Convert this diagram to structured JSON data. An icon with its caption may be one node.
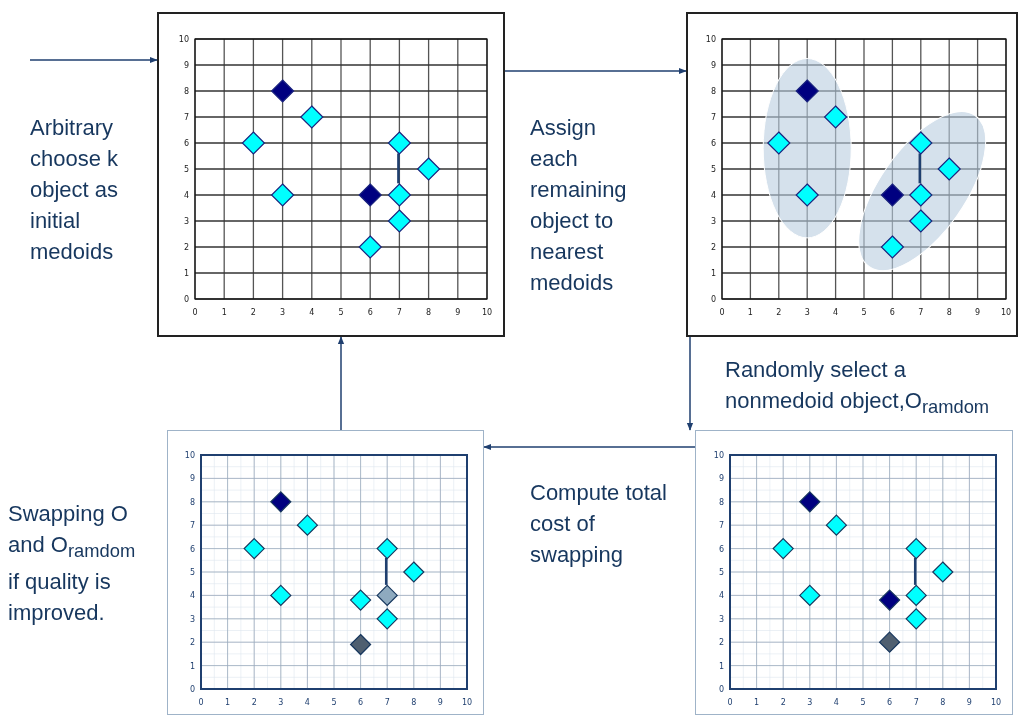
{
  "diagram": {
    "nodes": [
      {
        "text": [],
        "shape": "box"
      },
      {
        "text": [],
        "shape": "box"
      },
      {
        "text": [],
        "shape": "box"
      },
      {
        "text": [],
        "shape": "box"
      }
    ],
    "edges": [
      {
        "from": null,
        "to": 0,
        "arrow": "to"
      },
      {
        "from": 0,
        "to": 1,
        "arrow": "to"
      },
      {
        "from": 1,
        "to": 3,
        "arrow": "to"
      },
      {
        "from": 3,
        "to": 2,
        "arrow": "to"
      },
      {
        "from": 2,
        "to": 0,
        "arrow": "to"
      }
    ],
    "labels": [
      "Arbitrary choose k object as initial medoids",
      "Assign each remaining object to nearest medoids",
      "Randomly select a nonmedoid object,O$_{ramdom}$",
      "Swapping O and O$_{ramdom}$ if quality is improved.",
      "Compute total cost of swapping"
    ],
    "chart_data": [
      {
        "type": "scatter",
        "grid": true,
        "x": [
          3,
          4,
          2,
          3,
          7,
          8,
          6,
          7,
          7,
          6
        ],
        "xlim": [
          0,
          10
        ],
        "ylim": [
          0,
          10
        ],
        "xticks": [
          0,
          1,
          2,
          3,
          4,
          5,
          6,
          7,
          8,
          9,
          10
        ],
        "yticks": [
          0,
          1,
          2,
          3,
          4,
          5,
          6,
          7,
          8,
          9,
          10
        ],
        "series": [
          {
            "color": "#00ffff",
            "values": [
              null,
              7,
              6,
              4,
              6,
              5,
              null,
              4,
              3,
              2
            ]
          },
          {
            "color": "#000080",
            "values": [
              8,
              null,
              null,
              null,
              null,
              null,
              4,
              null,
              null,
              null
            ]
          }
        ]
      },
      {
        "type": "scatter",
        "grid": true,
        "x": [
          3,
          4,
          2,
          3,
          7,
          8,
          6,
          7,
          7,
          6
        ],
        "xlim": [
          0,
          10
        ],
        "ylim": [
          0,
          10
        ],
        "xticks": [
          0,
          1,
          2,
          3,
          4,
          5,
          6,
          7,
          8,
          9,
          10
        ],
        "yticks": [
          0,
          1,
          2,
          3,
          4,
          5,
          6,
          7,
          8,
          9,
          10
        ],
        "series": [
          {
            "color": "#00ffff",
            "values": [
              null,
              7,
              6,
              4,
              6,
              5,
              null,
              4,
              3,
              2
            ]
          },
          {
            "color": "#000080",
            "values": [
              8,
              null,
              null,
              null,
              null,
              null,
              4,
              null,
              null,
              null
            ]
          }
        ]
      },
      {
        "type": "scatter",
        "grid": true,
        "x": [
          3,
          4,
          2,
          3,
          7,
          8,
          6,
          7,
          7,
          6
        ],
        "xlim": [
          0,
          10
        ],
        "ylim": [
          0,
          10
        ],
        "xticks": [
          0,
          1,
          2,
          3,
          4,
          5,
          6,
          7,
          8,
          9,
          10
        ],
        "yticks": [
          0,
          1,
          2,
          3,
          4,
          5,
          6,
          7,
          8,
          9,
          10
        ],
        "series": [
          {
            "color": "#00ffff",
            "values": [
              null,
              7,
              6,
              4,
              6,
              5,
              3.8,
              null,
              3,
              null
            ]
          },
          {
            "color": "#000080",
            "values": [
              8,
              null,
              null,
              null,
              null,
              null,
              null,
              null,
              null,
              null
            ]
          },
          {
            "color": "#8eaabf",
            "values": [
              null,
              null,
              null,
              null,
              null,
              null,
              null,
              4,
              null,
              null
            ]
          },
          {
            "color": "#4f5f70",
            "values": [
              null,
              null,
              null,
              null,
              null,
              null,
              null,
              null,
              null,
              1.9
            ]
          }
        ]
      },
      {
        "type": "scatter",
        "grid": true,
        "x": [
          3,
          4,
          2,
          3,
          7,
          8,
          6,
          7,
          7,
          6
        ],
        "xlim": [
          0,
          10
        ],
        "ylim": [
          0,
          10
        ],
        "xticks": [
          0,
          1,
          2,
          3,
          4,
          5,
          6,
          7,
          8,
          9,
          10
        ],
        "yticks": [
          0,
          1,
          2,
          3,
          4,
          5,
          6,
          7,
          8,
          9,
          10
        ],
        "series": [
          {
            "color": "#00ffff",
            "values": [
              null,
              7,
              6,
              4,
              6,
              5,
              null,
              4,
              3,
              null
            ]
          },
          {
            "color": "#000080",
            "values": [
              8,
              null,
              null,
              null,
              null,
              null,
              3.8,
              null,
              null,
              null
            ]
          },
          {
            "color": "#4f5f70",
            "values": [
              null,
              null,
              null,
              null,
              null,
              null,
              null,
              null,
              null,
              2
            ]
          }
        ]
      }
    ]
  }
}
